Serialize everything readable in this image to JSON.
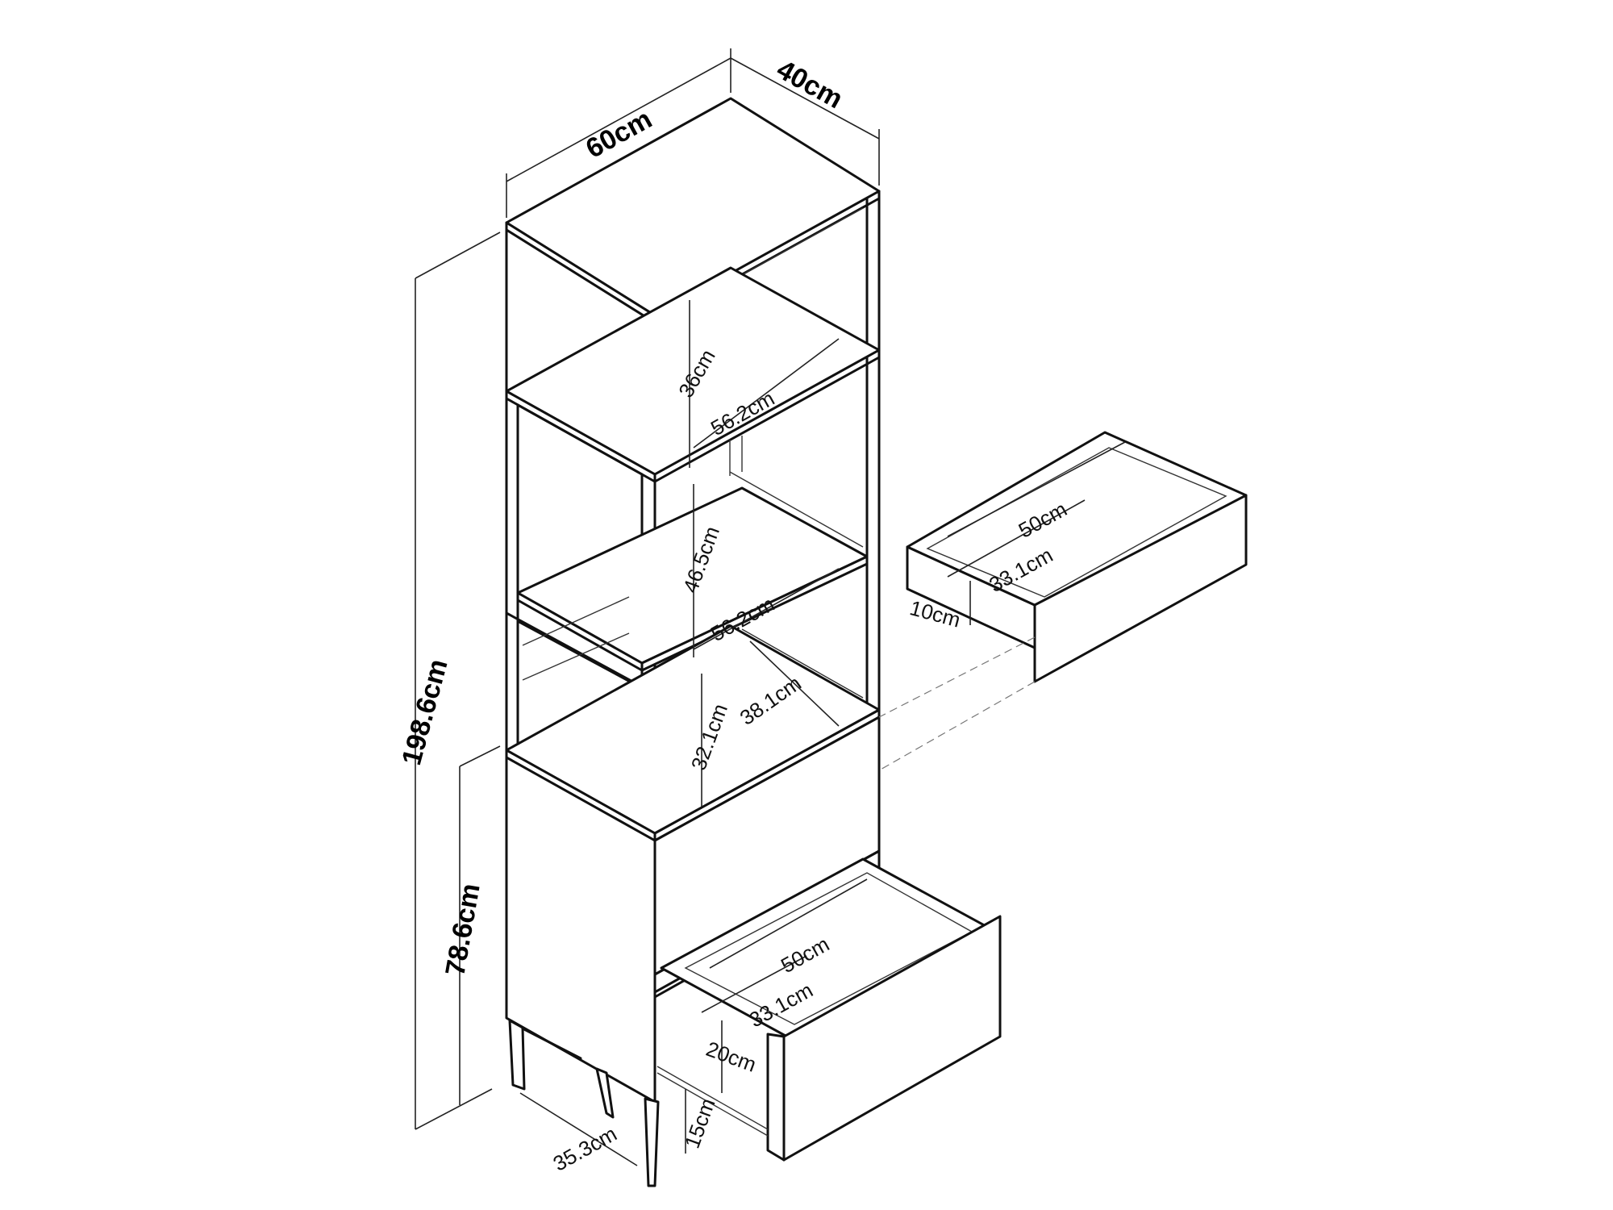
{
  "dimensions": {
    "total_width": "60cm",
    "total_depth": "40cm",
    "total_height": "198.6cm",
    "lower_cabinet_height": "78.6cm",
    "top_shelf_height": "36cm",
    "top_shelf_width": "56.2cm",
    "middle_shelf_height": "46.5cm",
    "middle_shelf_width": "56.2cm",
    "lower_shelf_height": "32.1cm",
    "lower_shelf_depth": "38.1cm",
    "drawer_top_width": "50cm",
    "drawer_top_depth": "33.1cm",
    "drawer_top_height": "10cm",
    "drawer_bottom_width": "50cm",
    "drawer_bottom_depth": "33.1cm",
    "drawer_bottom_height": "20cm",
    "leg_depth": "35.3cm",
    "leg_height": "15cm"
  }
}
